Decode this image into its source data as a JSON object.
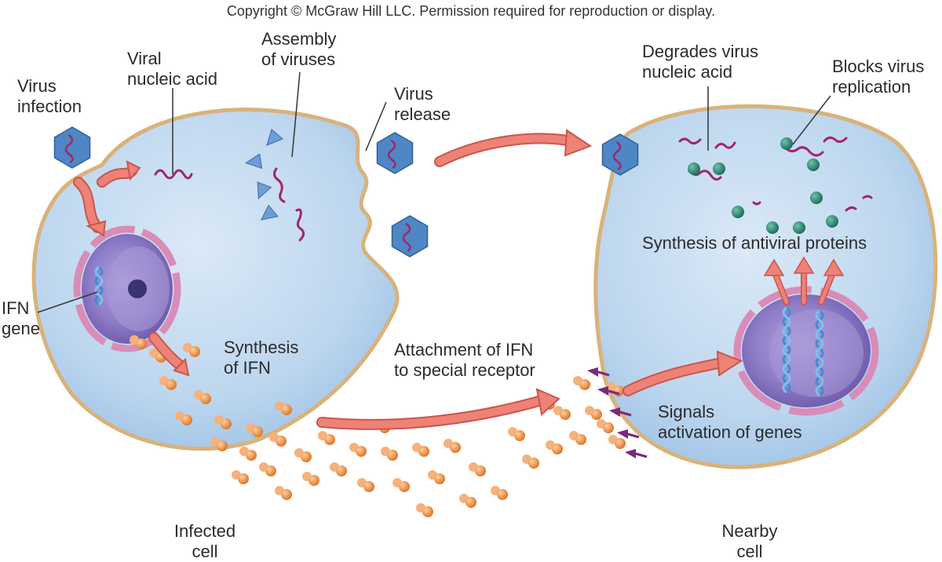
{
  "copyright": "Copyright © McGraw Hill LLC. Permission required for reproduction or display.",
  "labels": {
    "virus_infection": [
      "Virus",
      "infection"
    ],
    "viral_nucleic_acid": [
      "Viral",
      "nucleic acid"
    ],
    "assembly_of_viruses": [
      "Assembly",
      "of viruses"
    ],
    "virus_release": [
      "Virus",
      "release"
    ],
    "ifn_gene": [
      "IFN",
      "gene"
    ],
    "synthesis_of_ifn": [
      "Synthesis",
      "of IFN"
    ],
    "attachment_of_ifn": [
      "Attachment of IFN",
      "to special receptor"
    ],
    "degrades_virus_nucleic_acid": [
      "Degrades virus",
      "nucleic acid"
    ],
    "blocks_virus_replication": [
      "Blocks virus",
      "replication"
    ],
    "synthesis_of_antiviral_proteins": "Synthesis of antiviral proteins",
    "signals_activation_of_genes": [
      "Signals",
      "activation of genes"
    ],
    "infected_cell": [
      "Infected",
      "cell"
    ],
    "nearby_cell": [
      "Nearby",
      "cell"
    ]
  },
  "colors": {
    "cytoplasm": "#bcd6ee",
    "cytoplasm_edge": "#8db6dd",
    "membrane": "#d9b27a",
    "nucleus": "#7e6bb8",
    "nucleus_inner": "#9c8cd0",
    "nuclear_envelope": "#d98cb8",
    "virus_capsid": "#4f86c6",
    "viral_rna": "#a0266a",
    "ifn_molecule": "#e8873a",
    "antiviral_protein": "#2f8a73",
    "arrow": "#ee8276",
    "receptor": "#7a2a7a",
    "dna": "#3d8fd0",
    "leader_line": "#333333"
  }
}
